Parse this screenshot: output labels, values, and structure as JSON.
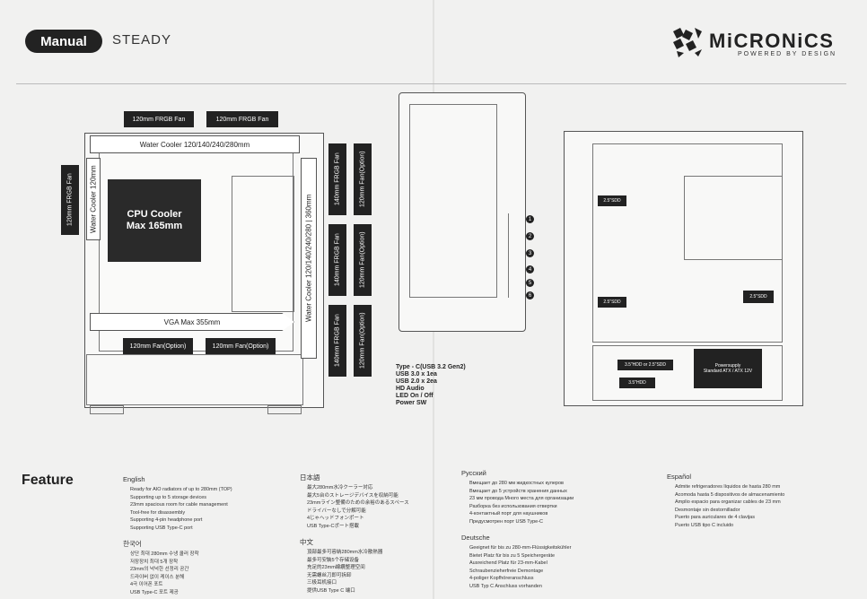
{
  "header": {
    "badge": "Manual",
    "model": "STEADY",
    "brand": "MiCRONiCS",
    "tagline": "POWERED BY DESIGN"
  },
  "left_diagram": {
    "top_fan_1": "120mm FRGB Fan",
    "top_fan_2": "120mm FRGB Fan",
    "water_cooler_top": "Water Cooler 120/140/240/280mm",
    "rear_fan": "120mm FRGB Fan",
    "rear_water_cooler": "Water Cooler 120mm",
    "cpu_line1": "CPU Cooler",
    "cpu_line2": "Max 165mm",
    "vga": "VGA Max 355mm",
    "bottom_fan_1": "120mm Fan(Option)",
    "bottom_fan_2": "120mm Fan(Option)",
    "front_water_cooler": "Water Cooler 120/140/240/280 | 360mm",
    "front_fans": [
      {
        "frgb": "140mm FRGB Fan",
        "option": "120mm Fan(Option)"
      },
      {
        "frgb": "140mm FRGB Fan",
        "option": "120mm Fan(Option)"
      },
      {
        "frgb": "140mm FRGB Fan",
        "option": "120mm Fan(Option)"
      }
    ]
  },
  "io_panel": {
    "numbers": [
      "1",
      "2",
      "3",
      "4",
      "5",
      "6"
    ],
    "ports": [
      "Type - C(USB 3.2 Gen2)",
      "USB 3.0 x 1ea",
      "USB 2.0 x 2ea",
      "HD Audio",
      "LED On / Off",
      "Power SW"
    ]
  },
  "right_diagram": {
    "ssd_1": "2.5\"SDD",
    "ssd_2": "2.5\"SDD",
    "ssd_3": "2.5\"SDD",
    "hdd_combo": "3.5\"HDD or 2.5\"SDD",
    "hdd": "3.5\"HDD",
    "psu_line1": "Powersupply",
    "psu_line2": "Standard ATX / ATX 12V"
  },
  "feature": {
    "title": "Feature",
    "english": {
      "heading": "English",
      "lines": [
        "Ready for AIO radiators of up to 280mm (TOP)",
        "Supporting up to 5 storage devices",
        "23mm spacious room for cable management",
        "Tool-free for disassembly",
        "Supporting 4-pin headphone port",
        "Supporting USB Type-C port"
      ]
    },
    "korean": {
      "heading": "한국어",
      "lines": [
        "상단 최대 280mm 수냉 쿨러 장착",
        "저장장치 최대 5개 장착",
        "23mm의 넉넉한 선정리 공간",
        "드라이버 없이 케이스 분해",
        "4극 이어폰 포트",
        "USB Type-C 포트 제공"
      ]
    },
    "japanese": {
      "heading": "日本語",
      "lines": [
        "最大280mm水冷クーラー対応",
        "最大5台のストレージデバイスを収納可能",
        "23mmライン整備のための余裕のあるスペース",
        "ドライバーなしで分解可能",
        "4じゃヘッドフォンポート",
        "USB Type-Cポート搭載"
      ]
    },
    "chinese": {
      "heading": "中文",
      "lines": [
        "頂部最多可容納280mm水冷散熱器",
        "最多可安裝5个存储设备",
        "充足的23mm線纜整理空间",
        "无需螺丝刀即可拆卸",
        "三极耳机接口",
        "提供USB Type C 端口"
      ]
    },
    "russian": {
      "heading": "Русский",
      "lines": [
        "Вмещает до 280 мм жидкостных кулеров",
        "Вмещает до 5 устройств хранения данных",
        "23 мм провода Много места для организации",
        "Разборка без использования отвертки",
        "4-контактный порт для наушников",
        "Предусмотрен порт USB Type-C"
      ]
    },
    "german": {
      "heading": "Deutsche",
      "lines": [
        "Geeignet für bis zu 280-mm-Flüssigkeitskühler",
        "Bietet Platz für bis zu 5 Speichergeräte",
        "Ausreichend Platz für 23-mm-Kabel",
        "Schraubenzieherfreie Demontage",
        "4-poliger Kopfhöreranschluss",
        "USB Typ C Anschluss vorhanden"
      ]
    },
    "spanish": {
      "heading": "Español",
      "lines": [
        "Admite refrigeradores líquidos de hasta 280 mm",
        "Acomoda hasta 5 dispositivos de almacenamiento",
        "Amplio espacio para organizar cables de 23 mm",
        "Desmontaje sin destornillador",
        "Puerto para auriculares de 4 clavijas",
        "Puerto USB tipo C incluido"
      ]
    }
  }
}
